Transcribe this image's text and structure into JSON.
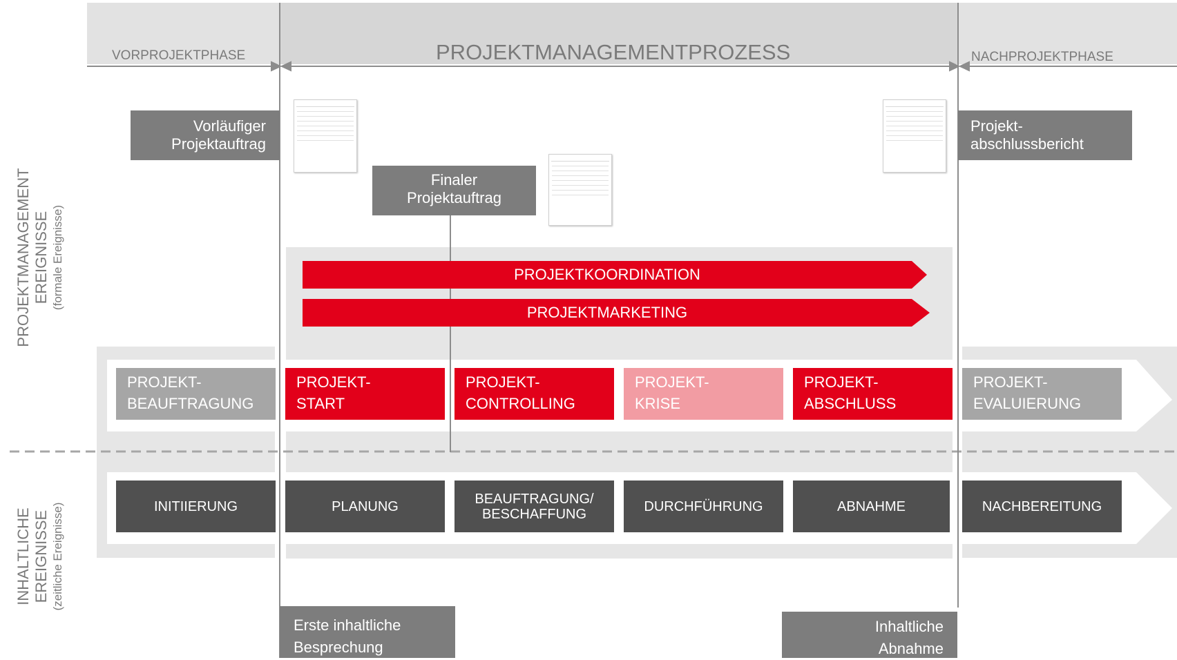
{
  "phases": {
    "pre": "VORPROJEKTPHASE",
    "main": "PROJEKTMANAGEMENTPROZESS",
    "post": "NACHPROJEKTPHASE"
  },
  "side_labels": {
    "pm": {
      "line1": "PROJEKTMANAGEMENT",
      "line2": "EREIGNISSE",
      "line3": "(formale Ereignisse)"
    },
    "content": {
      "line1": "INHALTLICHE",
      "line2": "EREIGNISSE",
      "line3": "(zeitliche Ereignisse)"
    }
  },
  "milestones": {
    "preliminary_order": [
      "Vorläufiger",
      "Projektauftrag"
    ],
    "final_order": [
      "Finaler",
      "Projektauftrag"
    ],
    "closing_report": [
      "Projekt-",
      "abschlussbericht"
    ],
    "first_meeting": [
      "Erste inhaltliche",
      "Besprechung"
    ],
    "acceptance": [
      "Inhaltliche",
      "Abnahme"
    ]
  },
  "continuous_processes": [
    "PROJEKTKOORDINATION",
    "PROJEKTMARKETING"
  ],
  "pm_processes": [
    {
      "line1": "PROJEKT-",
      "line2": "BEAUFTRAGUNG",
      "color": "#a6a6a6"
    },
    {
      "line1": "PROJEKT-",
      "line2": "START",
      "color": "#e2001a"
    },
    {
      "line1": "PROJEKT-",
      "line2": "CONTROLLING",
      "color": "#e2001a"
    },
    {
      "line1": "PROJEKT-",
      "line2": "KRISE",
      "color": "#f29ca3"
    },
    {
      "line1": "PROJEKT-",
      "line2": "ABSCHLUSS",
      "color": "#e2001a"
    },
    {
      "line1": "PROJEKT-",
      "line2": "EVALUIERUNG",
      "color": "#a6a6a6"
    }
  ],
  "content_phases": [
    {
      "line1": "INITIIERUNG",
      "line2": ""
    },
    {
      "line1": "PLANUNG",
      "line2": ""
    },
    {
      "line1": "BEAUFTRAGUNG/",
      "line2": "BESCHAFFUNG"
    },
    {
      "line1": "DURCHFÜHRUNG",
      "line2": ""
    },
    {
      "line1": "ABNAHME",
      "line2": ""
    },
    {
      "line1": "NACHBEREITUNG",
      "line2": ""
    }
  ],
  "colors": {
    "red": "#e2001a",
    "light_red": "#f29ca3",
    "gray_box": "#7d7d7d",
    "dark_box": "#505050",
    "light_gray": "#a6a6a6",
    "band": "#e6e6e6",
    "header": "#dcdcdc"
  }
}
